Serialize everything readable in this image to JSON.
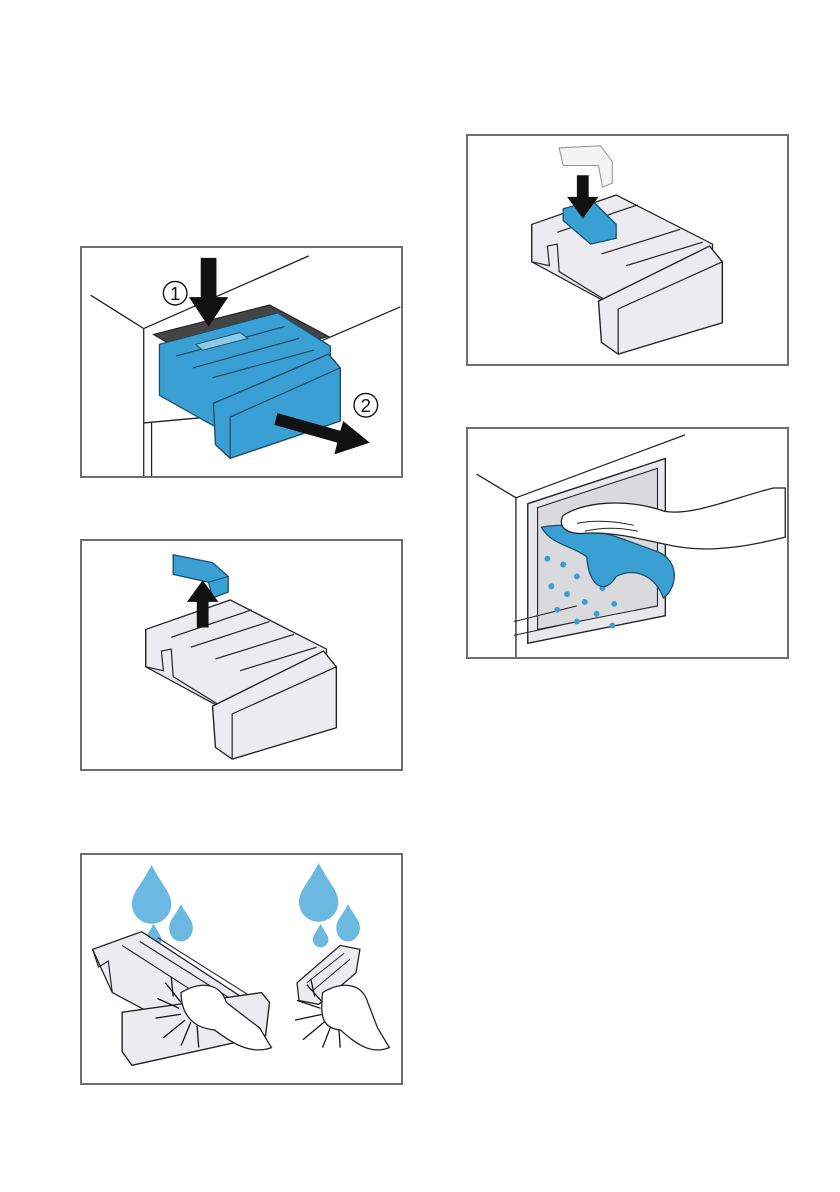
{
  "figures": [
    {
      "id": "remove-drawer",
      "icon": "press-and-pull-icon",
      "steps": [
        "1",
        "2"
      ]
    },
    {
      "id": "remove-insert",
      "icon": "lift-insert-icon"
    },
    {
      "id": "rinse-parts",
      "icon": "water-drop-brush-icon"
    },
    {
      "id": "reinsert-insert",
      "icon": "press-insert-icon"
    },
    {
      "id": "wipe-drawer-housing",
      "icon": "cloth-wipe-icon"
    }
  ],
  "colors": {
    "accent": "#3a9fd2",
    "drop": "#6bb8e0",
    "frame": "#6e6e6e",
    "line": "#222222",
    "part": "#ececf0"
  }
}
